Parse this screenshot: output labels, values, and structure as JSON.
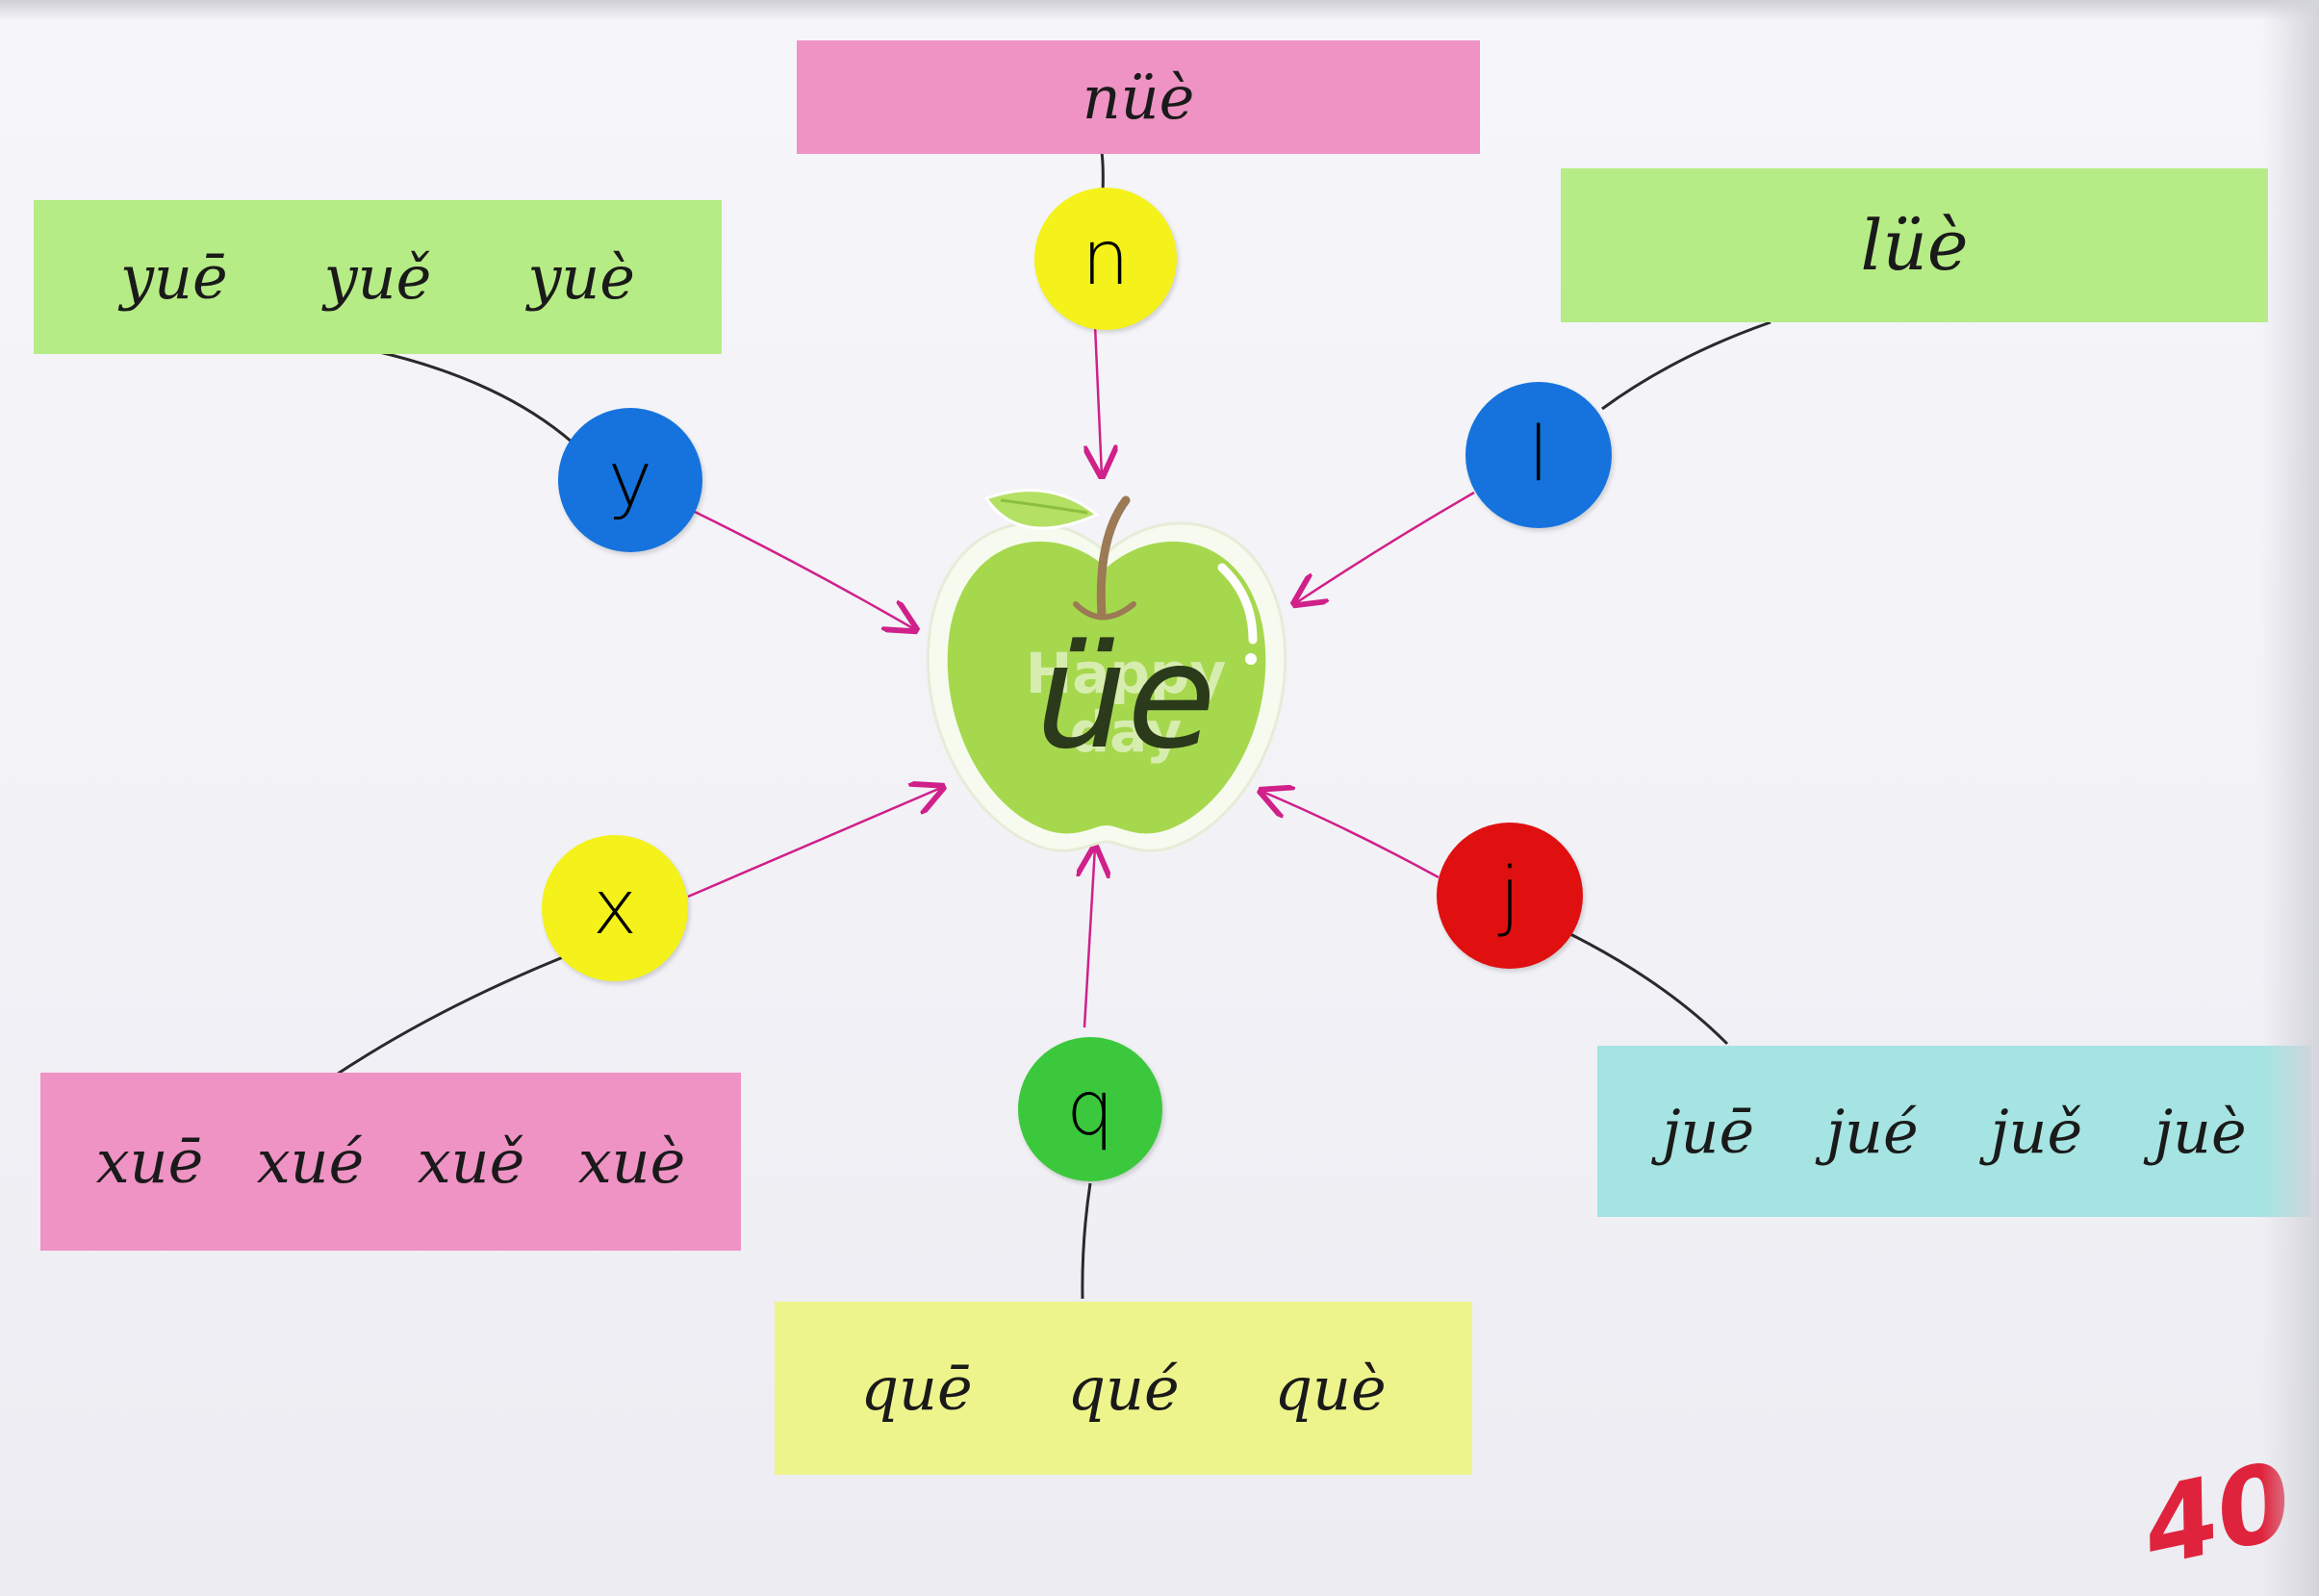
{
  "center": {
    "final": "üe",
    "watermark_line1": "Happy",
    "watermark_line2": "day"
  },
  "initials": {
    "n": {
      "letter": "n",
      "color": "#f4f21a",
      "syllables": [
        "nüè"
      ],
      "box_color": "#ee93c4"
    },
    "l": {
      "letter": "l",
      "color": "#1673dd",
      "syllables": [
        "lüè"
      ],
      "box_color": "#b6ec85"
    },
    "y": {
      "letter": "y",
      "color": "#1673dd",
      "syllables": [
        "yuē",
        "yuě",
        "yuè"
      ],
      "box_color": "#b6ec85"
    },
    "x": {
      "letter": "x",
      "color": "#f4f21a",
      "syllables": [
        "xuē",
        "xué",
        "xuě",
        "xuè"
      ],
      "box_color": "#ee93c4"
    },
    "j": {
      "letter": "j",
      "color": "#e01010",
      "syllables": [
        "juē",
        "jué",
        "juě",
        "juè"
      ],
      "box_color": "#a5e4e2"
    },
    "q": {
      "letter": "q",
      "color": "#3cc83c",
      "syllables": [
        "quē",
        "qué",
        "què"
      ],
      "box_color": "#eef48c"
    }
  },
  "colors": {
    "arrow": "#d0208a",
    "line": "#2a2a2a",
    "apple": "#a6d84e"
  },
  "page_number": "40"
}
